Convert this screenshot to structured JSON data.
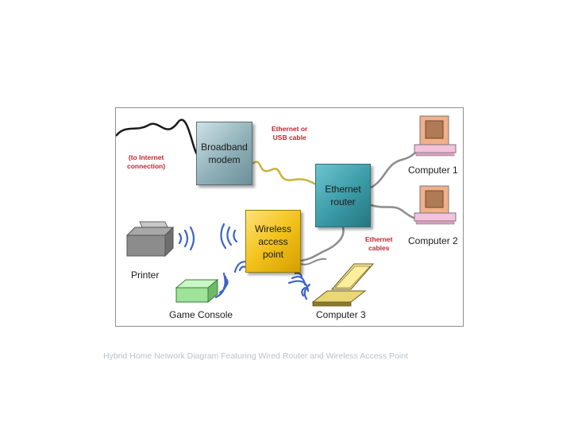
{
  "diagram": {
    "nodes": {
      "modem": "Broadband\nmodem",
      "router": "Ethernet\nrouter",
      "access_point": "Wireless\naccess\npoint",
      "computer1": "Computer 1",
      "computer2": "Computer 2",
      "computer3": "Computer 3",
      "printer": "Printer",
      "game_console": "Game Console"
    },
    "notes": {
      "internet": "(to Internet\nconnection)",
      "ethernet_usb": "Ethernet or\nUSB cable",
      "ethernet_cables": "Ethernet\ncables"
    },
    "colors": {
      "modem": "#8fb0b8",
      "router": "#3a9aa6",
      "access_point": "#f3c21a",
      "usb_cable": "#c9b23a",
      "wireless_waves": "#3a64c8",
      "note_text": "#c0252f"
    }
  },
  "caption": "Hybrid Home Network Diagram Featuring Wired Router and Wireless Access Point"
}
